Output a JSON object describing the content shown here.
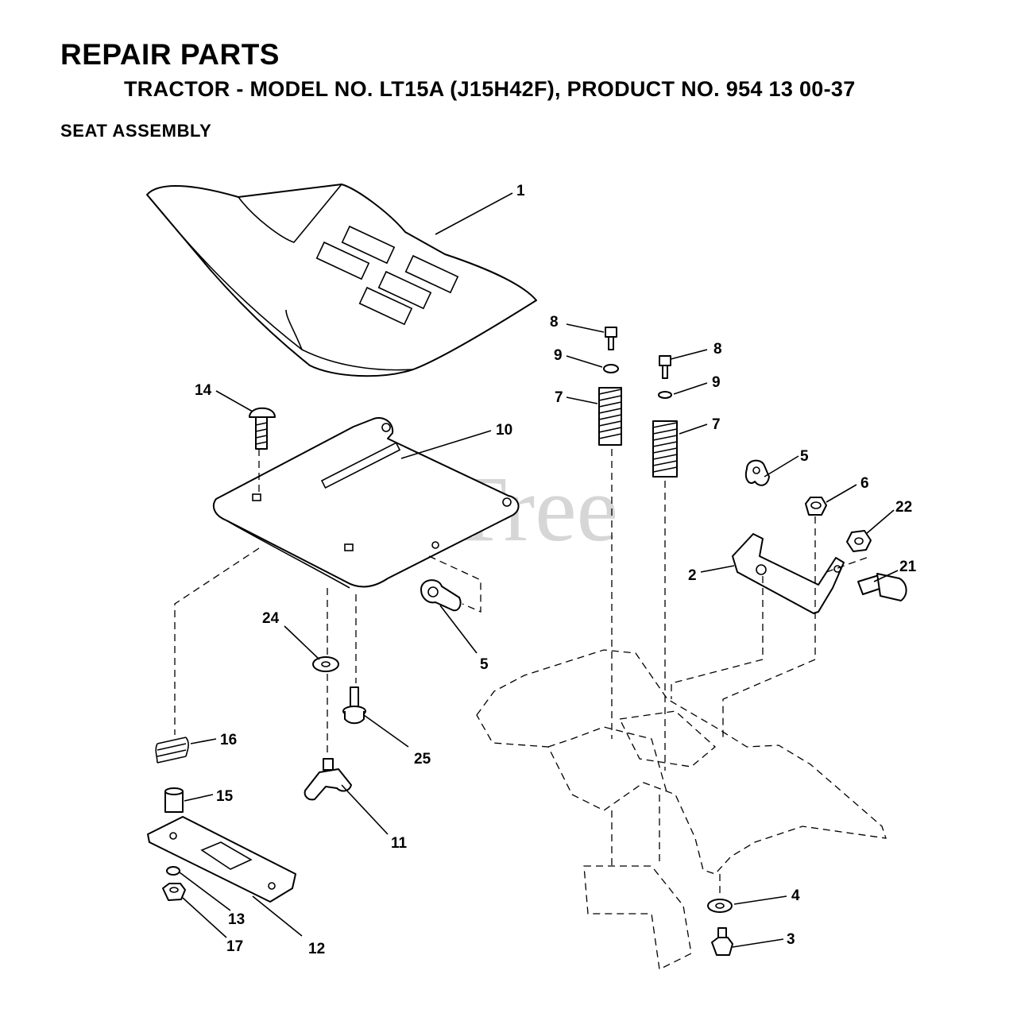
{
  "header": {
    "title": "REPAIR PARTS",
    "subtitle": "TRACTOR - MODEL NO. LT15A (J15H42F), PRODUCT NO. 954 13 00-37",
    "section": "SEAT ASSEMBLY"
  },
  "watermark": "PartsTree",
  "callouts": [
    "1",
    "2",
    "3",
    "4",
    "5",
    "5",
    "6",
    "7",
    "7",
    "8",
    "8",
    "9",
    "9",
    "10",
    "11",
    "12",
    "13",
    "14",
    "15",
    "16",
    "17",
    "21",
    "22",
    "24",
    "25"
  ]
}
